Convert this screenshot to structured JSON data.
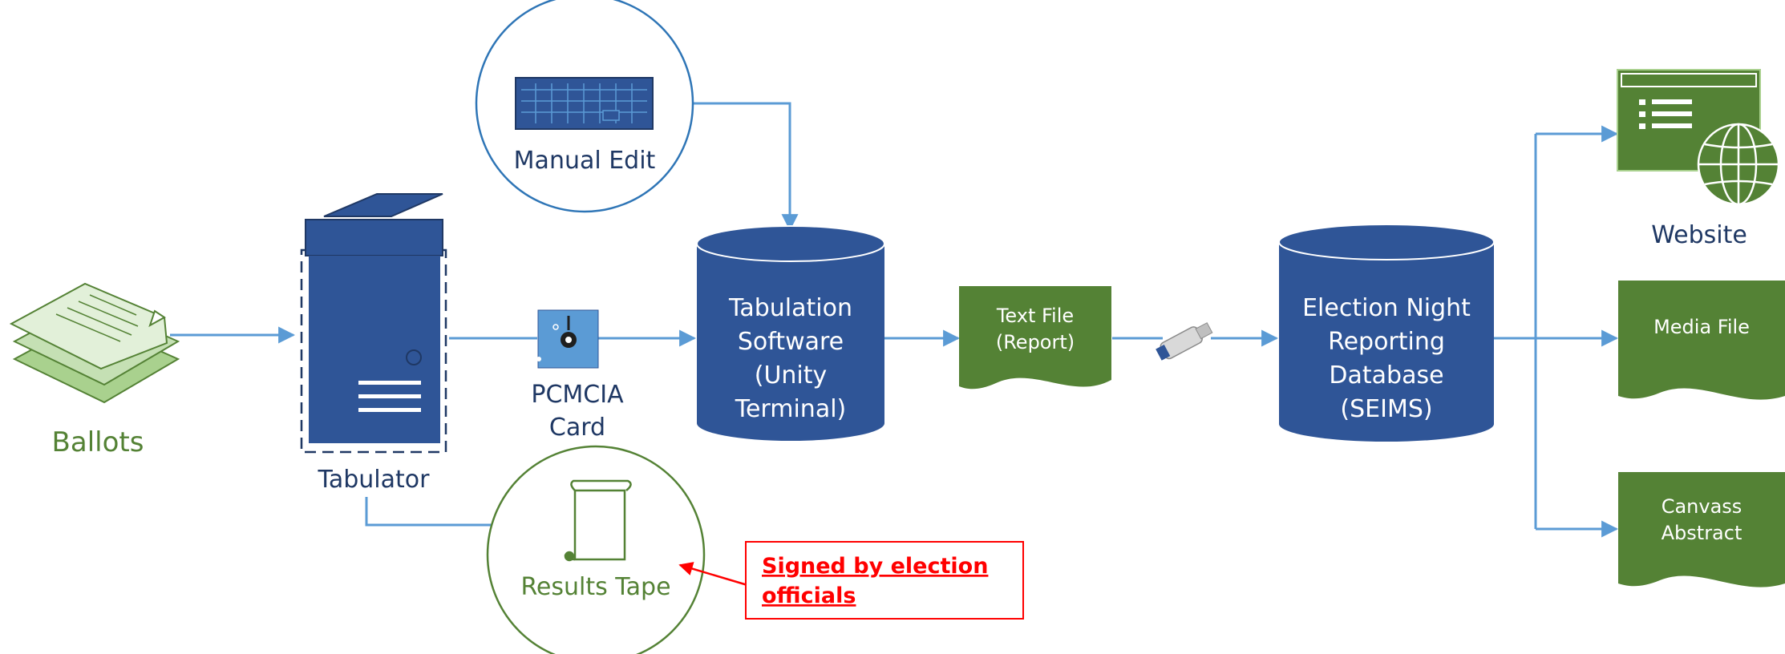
{
  "nodes": {
    "ballots": "Ballots",
    "tabulator": "Tabulator",
    "pcmcia": [
      "PCMCIA",
      "Card"
    ],
    "manual_edit": "Manual Edit",
    "results_tape": "Results Tape",
    "tabulation_software": [
      "Tabulation",
      "Software",
      "(Unity",
      "Terminal)"
    ],
    "text_file": [
      "Text File",
      "(Report)"
    ],
    "enr_database": [
      "Election Night",
      "Reporting",
      "Database",
      "(SEIMS)"
    ],
    "website": "Website",
    "media_file": "Media File",
    "canvass_abstract": [
      "Canvass",
      "Abstract"
    ]
  },
  "annotation": [
    "Signed by election",
    "officials"
  ],
  "colors": {
    "blue": "#2F5597",
    "blue_dark": "#1F3864",
    "green": "#548235",
    "green_light": "#A9D18E",
    "line": "#5B9BD5",
    "red": "#FF0000"
  },
  "icons": [
    "ballots-icon",
    "tabulator-icon",
    "memory-card-icon",
    "keyboard-icon",
    "scroll-icon",
    "usb-drive-icon",
    "web-page-icon",
    "globe-icon"
  ]
}
